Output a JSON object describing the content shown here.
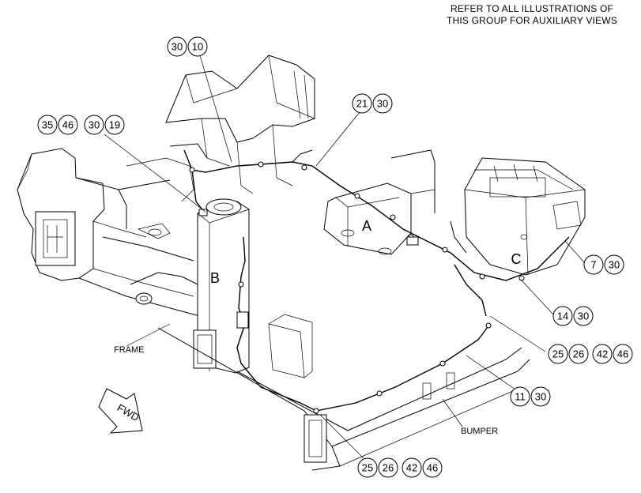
{
  "note": {
    "line1": "REFER TO ALL ILLUSTRATIONS OF",
    "line2": "THIS GROUP FOR AUXILIARY VIEWS"
  },
  "labels": {
    "a": "A",
    "b": "B",
    "c": "C",
    "frame": "FRAME",
    "bumper": "BUMPER",
    "fwd": "FWD"
  },
  "callouts": {
    "top_left": [
      "30",
      "10"
    ],
    "left": [
      "35",
      "46",
      "30",
      "19"
    ],
    "top_center": [
      "21",
      "30"
    ],
    "right_1": [
      "7",
      "30"
    ],
    "right_2": [
      "14",
      "30"
    ],
    "right_3": [
      "25",
      "26",
      "42",
      "46"
    ],
    "right_4": [
      "11",
      "30"
    ],
    "bottom": [
      "25",
      "26",
      "42",
      "46"
    ]
  }
}
